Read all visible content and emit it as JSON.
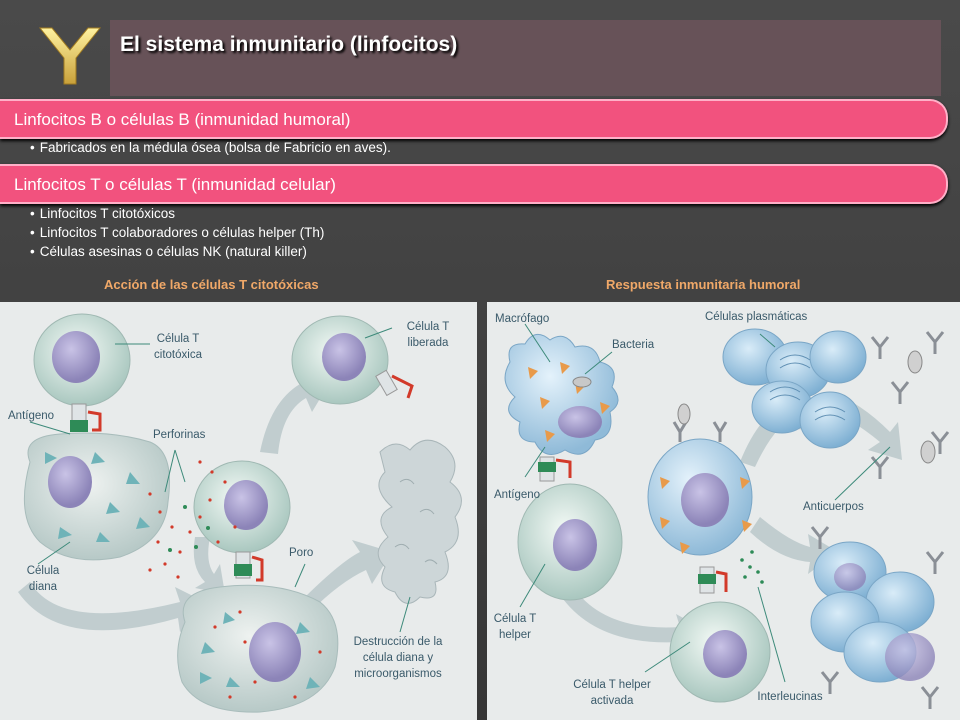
{
  "title": "El sistema inmunitario (linfocitos)",
  "bar_b": "Linfocitos B o células B (inmunidad humoral)",
  "bullet_b": "Fabricados en la médula ósea (bolsa de Fabricio en aves).",
  "bar_t": "Linfocitos T o células T (inmunidad celular)",
  "bullets_t": [
    "Linfocitos T citotóxicos",
    "Linfocitos T colaboradores o células helper (Th)",
    "Células asesinas o células NK (natural killer)"
  ],
  "panel_left": {
    "title": "Acción de las células T citotóxicas",
    "labels": {
      "celula_t_1": "Célula T",
      "celula_t_2": "citotóxica",
      "liberada_1": "Célula T",
      "liberada_2": "liberada",
      "antigeno": "Antígeno",
      "perforinas": "Perforinas",
      "diana_1": "Célula",
      "diana_2": "diana",
      "poro": "Poro",
      "destr_1": "Destrucción de la",
      "destr_2": "célula diana y",
      "destr_3": "microorganismos"
    }
  },
  "panel_right": {
    "title": "Respuesta inmunitaria humoral",
    "labels": {
      "macrofago": "Macrófago",
      "bacteria": "Bacteria",
      "plasmaticas": "Células plasmáticas",
      "antigeno": "Antígeno",
      "anticuerpos": "Anticuerpos",
      "helper_1": "Célula T",
      "helper_2": "helper",
      "activada_1": "Célula T helper",
      "activada_2": "activada",
      "interleucinas": "Interleucinas"
    }
  },
  "colors": {
    "accent": "#f2527e",
    "title_box": "#675258",
    "panel_title": "#f0a868"
  }
}
